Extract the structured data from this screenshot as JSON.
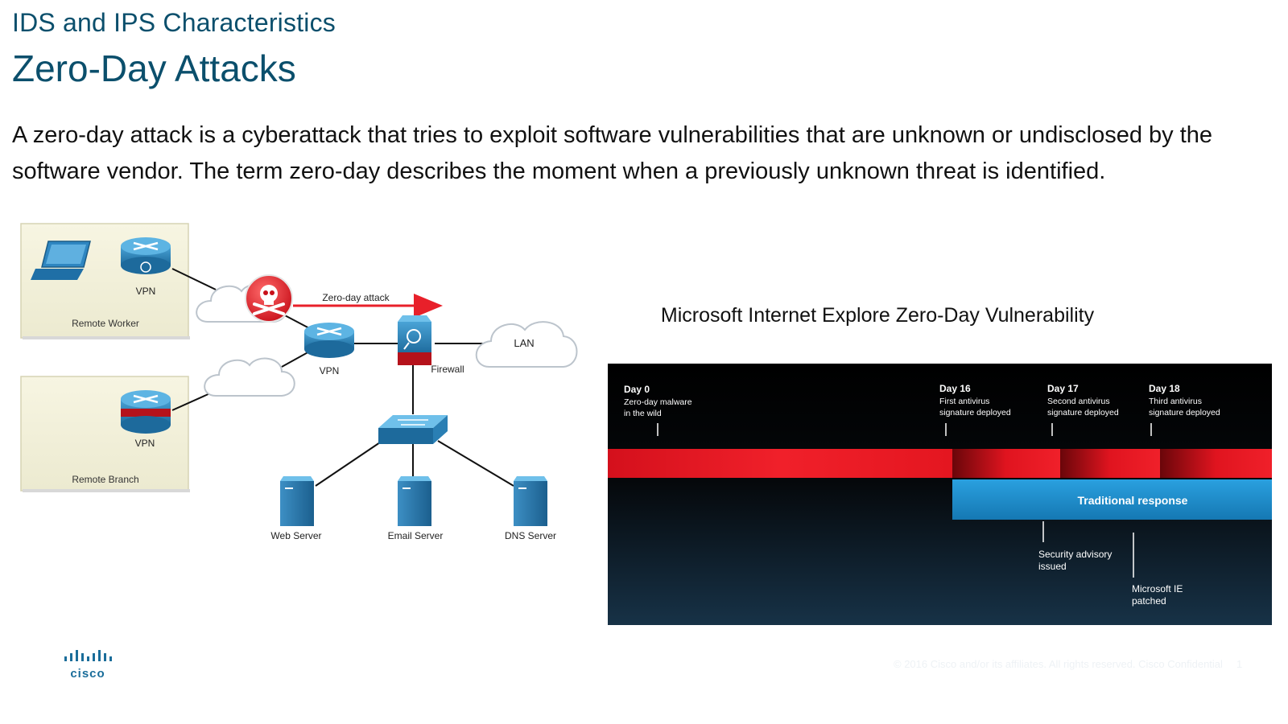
{
  "header": {
    "section_title": "IDS and IPS Characteristics",
    "page_title": "Zero-Day Attacks"
  },
  "body": {
    "paragraph": "A zero-day attack is a cyberattack that tries to exploit software vulnerabilities that are unknown or undisclosed by the software vendor. The term zero-day describes the moment when a previously unknown threat is identified."
  },
  "network_diagram": {
    "remote_worker_label": "Remote Worker",
    "remote_branch_label": "Remote Branch",
    "vpn_label_worker": "VPN",
    "vpn_label_branch": "VPN",
    "vpn_label_main": "VPN",
    "firewall_label": "Firewall",
    "lan_label": "LAN",
    "attack_label": "Zero-day attack",
    "web_server_label": "Web Server",
    "email_server_label": "Email Server",
    "dns_server_label": "DNS Server"
  },
  "vulnerability_chart": {
    "title": "Microsoft Internet Explore Zero-Day Vulnerability",
    "events": [
      {
        "day": "Day 0",
        "line1": "Zero-day malware",
        "line2": "in the wild"
      },
      {
        "day": "Day 16",
        "line1": "First antivirus",
        "line2": "signature deployed"
      },
      {
        "day": "Day 17",
        "line1": "Second antivirus",
        "line2": "signature deployed"
      },
      {
        "day": "Day 18",
        "line1": "Third antivirus",
        "line2": "signature deployed"
      }
    ],
    "traditional_response_label": "Traditional response",
    "advisory_line1": "Security advisory",
    "advisory_line2": "issued",
    "patched_line1": "Microsoft IE",
    "patched_line2": "patched"
  },
  "footer": {
    "logo_text": "cisco",
    "copyright": "© 2016 Cisco and/or its affiliates. All rights reserved. Cisco Confidential",
    "page_number": "1"
  },
  "colors": {
    "title_blue": "#0b4f6c",
    "attack_red": "#e8202a",
    "response_blue": "#1a8ccc",
    "device_blue": "#2a7fb4",
    "panel_beige": "#f5f3dc"
  }
}
